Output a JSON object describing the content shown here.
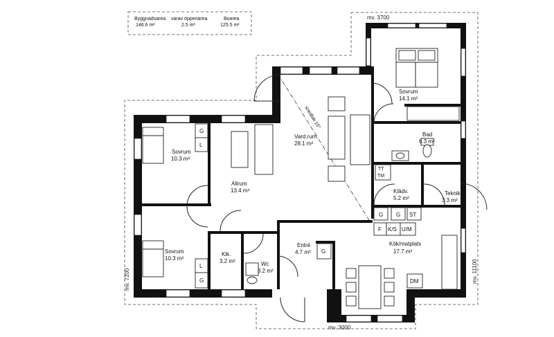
{
  "summary": {
    "headers": [
      "Byggnadsarea",
      "varav öppenarea",
      "Boarea"
    ],
    "values": [
      "146.6 m²",
      "2.5 m²",
      "125.5 m²"
    ]
  },
  "dimensions": {
    "top": "mv. 3700",
    "bottom": "mv. 3000",
    "left": "mv. 7200",
    "right": "mv. 11100"
  },
  "roof_note": "snedtak 15°",
  "rooms": [
    {
      "id": "sovrum-1",
      "name": "Sovrum",
      "area": "14.1 m²"
    },
    {
      "id": "bad",
      "name": "Bad",
      "area": "6.3 m²"
    },
    {
      "id": "vardrum",
      "name": "Vard.rum",
      "area": "28.1 m²"
    },
    {
      "id": "sovrum-2",
      "name": "Sovrum",
      "area": "10.3 m²"
    },
    {
      "id": "allrum",
      "name": "Allrum",
      "area": "13.4 m²"
    },
    {
      "id": "kladv",
      "name": "Klädv.",
      "area": "5.2 m²"
    },
    {
      "id": "teknik",
      "name": "Teknik",
      "area": "3.3 m²"
    },
    {
      "id": "sovrum-3",
      "name": "Sovrum",
      "area": "10.3 m²"
    },
    {
      "id": "klk",
      "name": "Klk.",
      "area": "3.2 m²"
    },
    {
      "id": "wc",
      "name": "Wc",
      "area": "3.2 m²"
    },
    {
      "id": "entre",
      "name": "Entré",
      "area": "4.7 m²"
    },
    {
      "id": "kok",
      "name": "Kök/matplats",
      "area": "17.7 m²"
    }
  ],
  "fixtures": {
    "g": "G",
    "l": "L",
    "tt": "TT",
    "tm": "TM",
    "st": "ST",
    "f": "F",
    "ks": "K/S",
    "um": "U/M",
    "dm": "DM"
  }
}
